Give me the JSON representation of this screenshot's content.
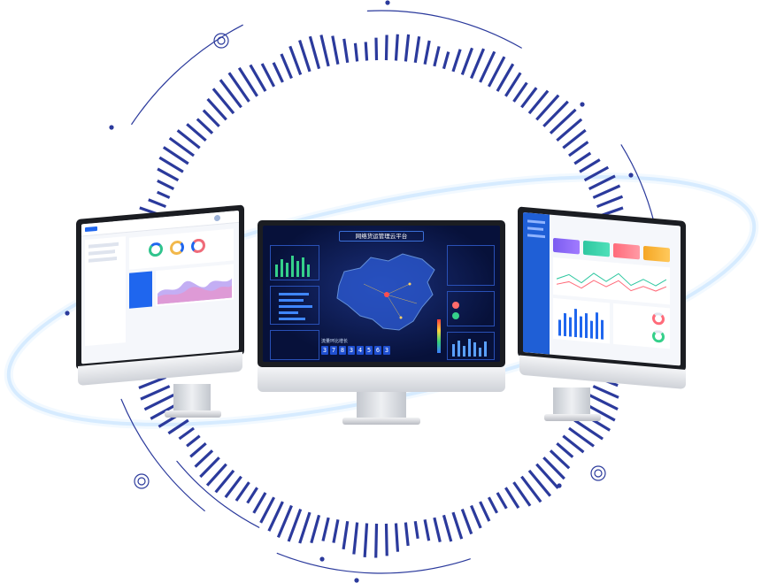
{
  "center_screen": {
    "title": "网络货运管理云平台",
    "counter_label": "流量环比增长",
    "counter_digits": [
      "3",
      "7",
      "8",
      "3",
      "4",
      "5",
      "6",
      "3"
    ]
  },
  "colors": {
    "ring": "#2b3a9c",
    "accent_blue": "#1f66ee",
    "glow": "#bfe0ff",
    "dark_screen": "#07113a",
    "map_blue": "#2c5bd6"
  },
  "icons": [
    "ring-marker-icon",
    "chart-bars-icon",
    "donut-icon",
    "map-icon"
  ]
}
